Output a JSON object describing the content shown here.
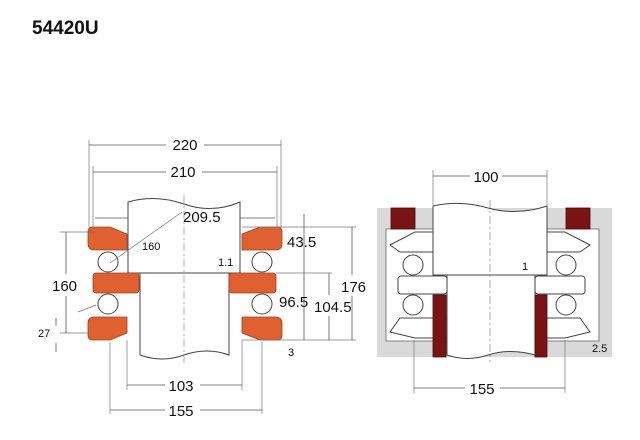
{
  "title": "54420U",
  "left_view": {
    "dims": {
      "d220": "220",
      "d210": "210",
      "d209_5": "209.5",
      "d160_small": "160",
      "d1_1": "1.1",
      "d43_5": "43.5",
      "d160": "160",
      "d176": "176",
      "d96_5": "96.5",
      "d104_5": "104.5",
      "d27": "27",
      "d3": "3",
      "d103": "103",
      "d155": "155"
    }
  },
  "right_view": {
    "dims": {
      "d100": "100",
      "d1": "1",
      "d2_5": "2.5",
      "d155": "155"
    }
  },
  "colors": {
    "washer": "#e0612f",
    "housing_ring": "#7a1414",
    "housing_bg": "#d9d9d9"
  }
}
